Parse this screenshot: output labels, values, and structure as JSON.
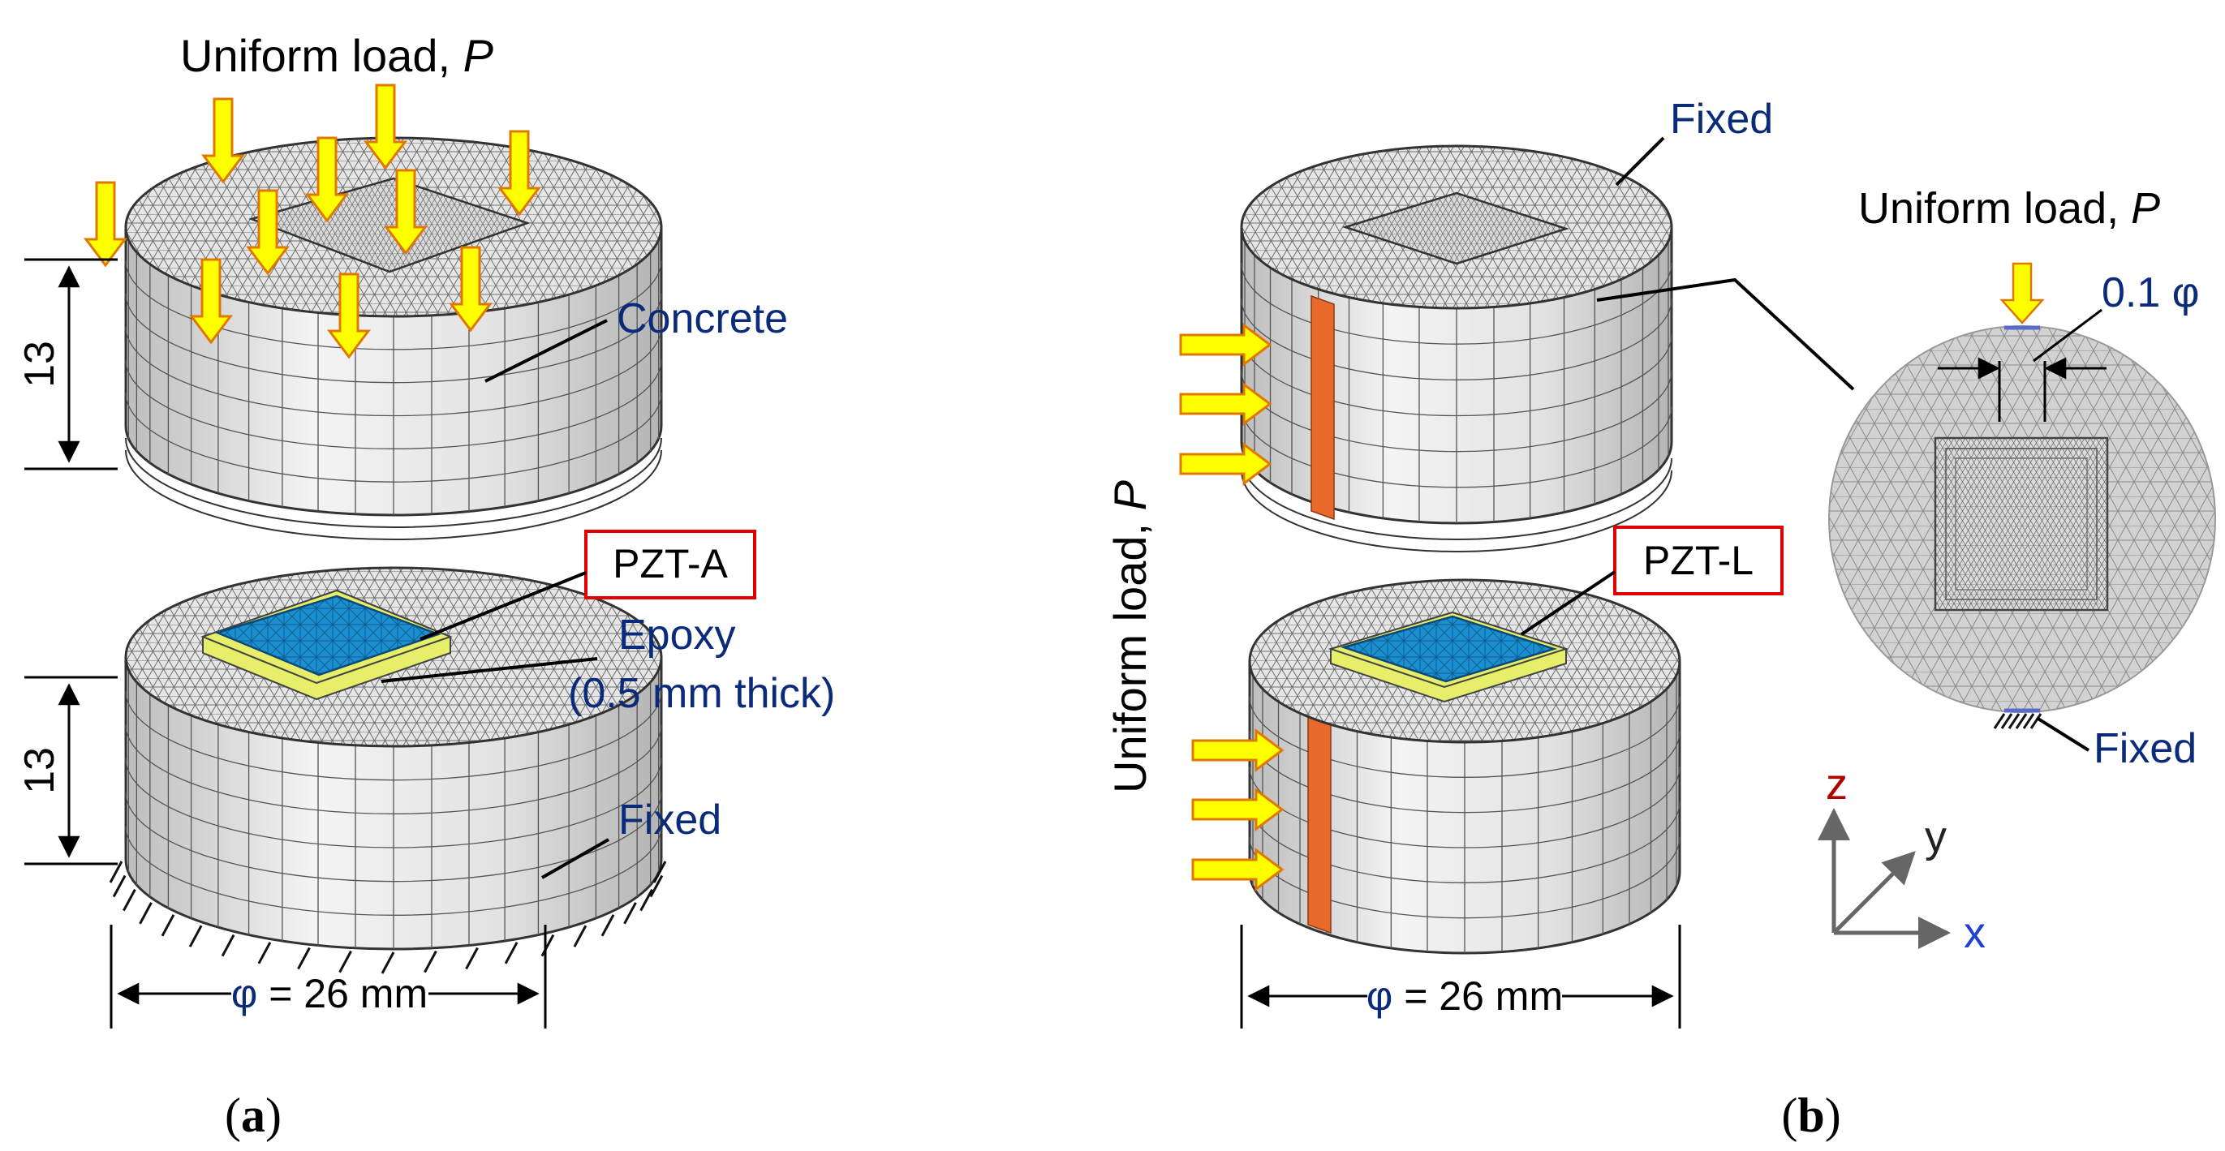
{
  "colors": {
    "mesh_fill": "#e9e9e9",
    "mesh_line": "#555555",
    "arrow_fill": "#ffff00",
    "arrow_stroke": "#e07800",
    "pzt_blue": "#1b8fd0",
    "epoxy_yellow": "#e6ee6a",
    "label_blue": "#0a2a7a",
    "box_red": "#e00000",
    "strip_orange": "#e86a2a",
    "axis_z": "#b00000",
    "axis_x": "#2040d0",
    "axis_y": "#222222"
  },
  "panel_a": {
    "caption": "(a)",
    "load_label": "Uniform load, ",
    "load_symbol": "P",
    "concrete_label": "Concrete",
    "pzt_label": "PZT-A",
    "epoxy_label": "Epoxy",
    "epoxy_thickness": "(0.5 mm thick)",
    "fixed_label": "Fixed",
    "height_top": "13",
    "height_bottom": "13",
    "diameter_symbol": "φ",
    "diameter_value": " = 26 mm"
  },
  "panel_b": {
    "caption": "(b)",
    "fixed_top_label": "Fixed",
    "load_side_label": "Uniform load, ",
    "load_side_symbol": "P",
    "pzt_label": "PZT-L",
    "diameter_symbol": "φ",
    "diameter_value": " = 26 mm",
    "inset_load_label": "Uniform load, ",
    "inset_load_symbol": "P",
    "inset_width_value": "0.1 ",
    "inset_width_symbol": "φ",
    "inset_fixed_label": "Fixed",
    "axis_z": "z",
    "axis_y": "y",
    "axis_x": "x"
  }
}
